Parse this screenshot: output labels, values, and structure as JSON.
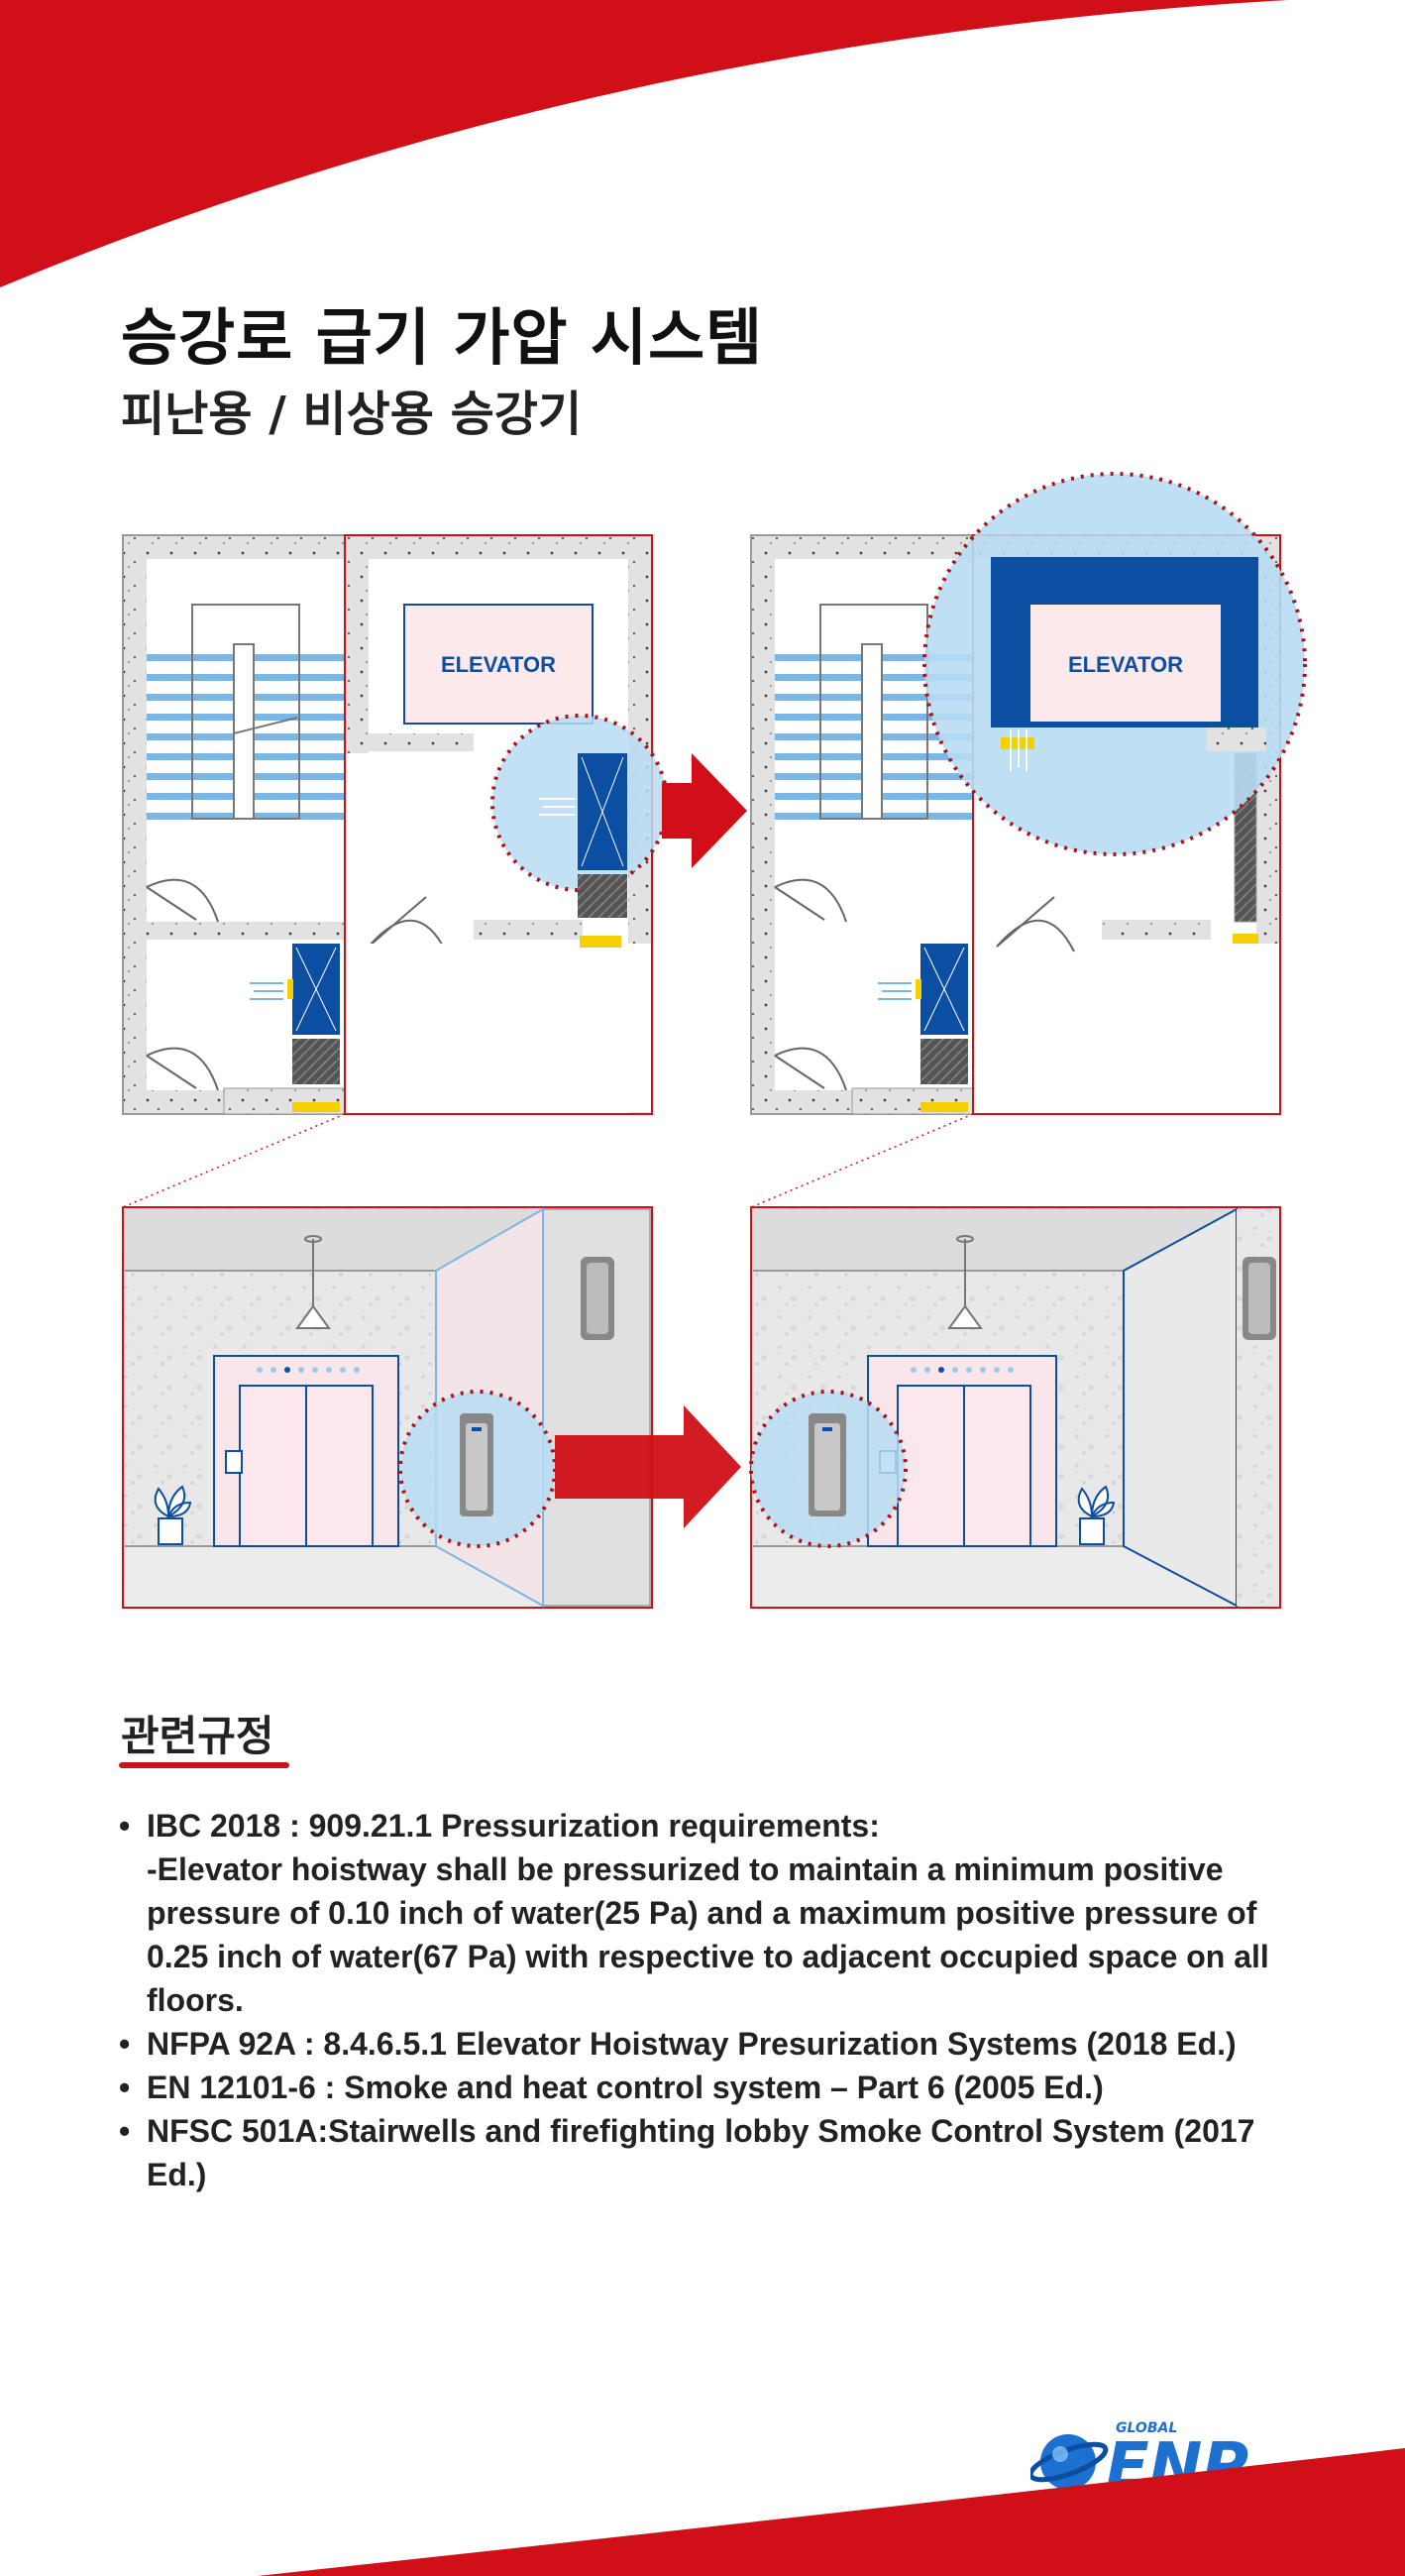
{
  "page": {
    "title": "승강로 급기 가압 시스템",
    "subtitle": "피난용 / 비상용 승강기"
  },
  "diagram": {
    "elevator_label_left": "ELEVATOR",
    "elevator_label_right": "ELEVATOR"
  },
  "regulations": {
    "heading": "관련규정",
    "items": [
      {
        "text": "IBC 2018 : 909.21.1 Pressurization requirements:",
        "detail": "-Elevator hoistway shall be pressurized to maintain a minimum positive pressure of 0.10 inch of water(25 Pa) and a maximum positive pressure of 0.25 inch of water(67 Pa) with respective to adjacent occupied space on all floors."
      },
      {
        "text": "NFPA 92A : 8.4.6.5.1 Elevator Hoistway Presurization Systems (2018 Ed.)",
        "detail": ""
      },
      {
        "text": "EN 12101-6 : Smoke and heat control system – Part 6 (2005 Ed.)",
        "detail": ""
      },
      {
        "text": "NFSC 501A:Stairwells and firefighting lobby Smoke Control System (2017 Ed.)",
        "detail": ""
      }
    ]
  },
  "logo": {
    "small": "GLOBAL",
    "main": "ENP"
  },
  "colors": {
    "brand_red": "#d10f18",
    "light_blue": "#b7dcf3",
    "dark_blue": "#0c4ea2",
    "stair_blue": "#7ab7e6",
    "yellow": "#f5d000"
  }
}
